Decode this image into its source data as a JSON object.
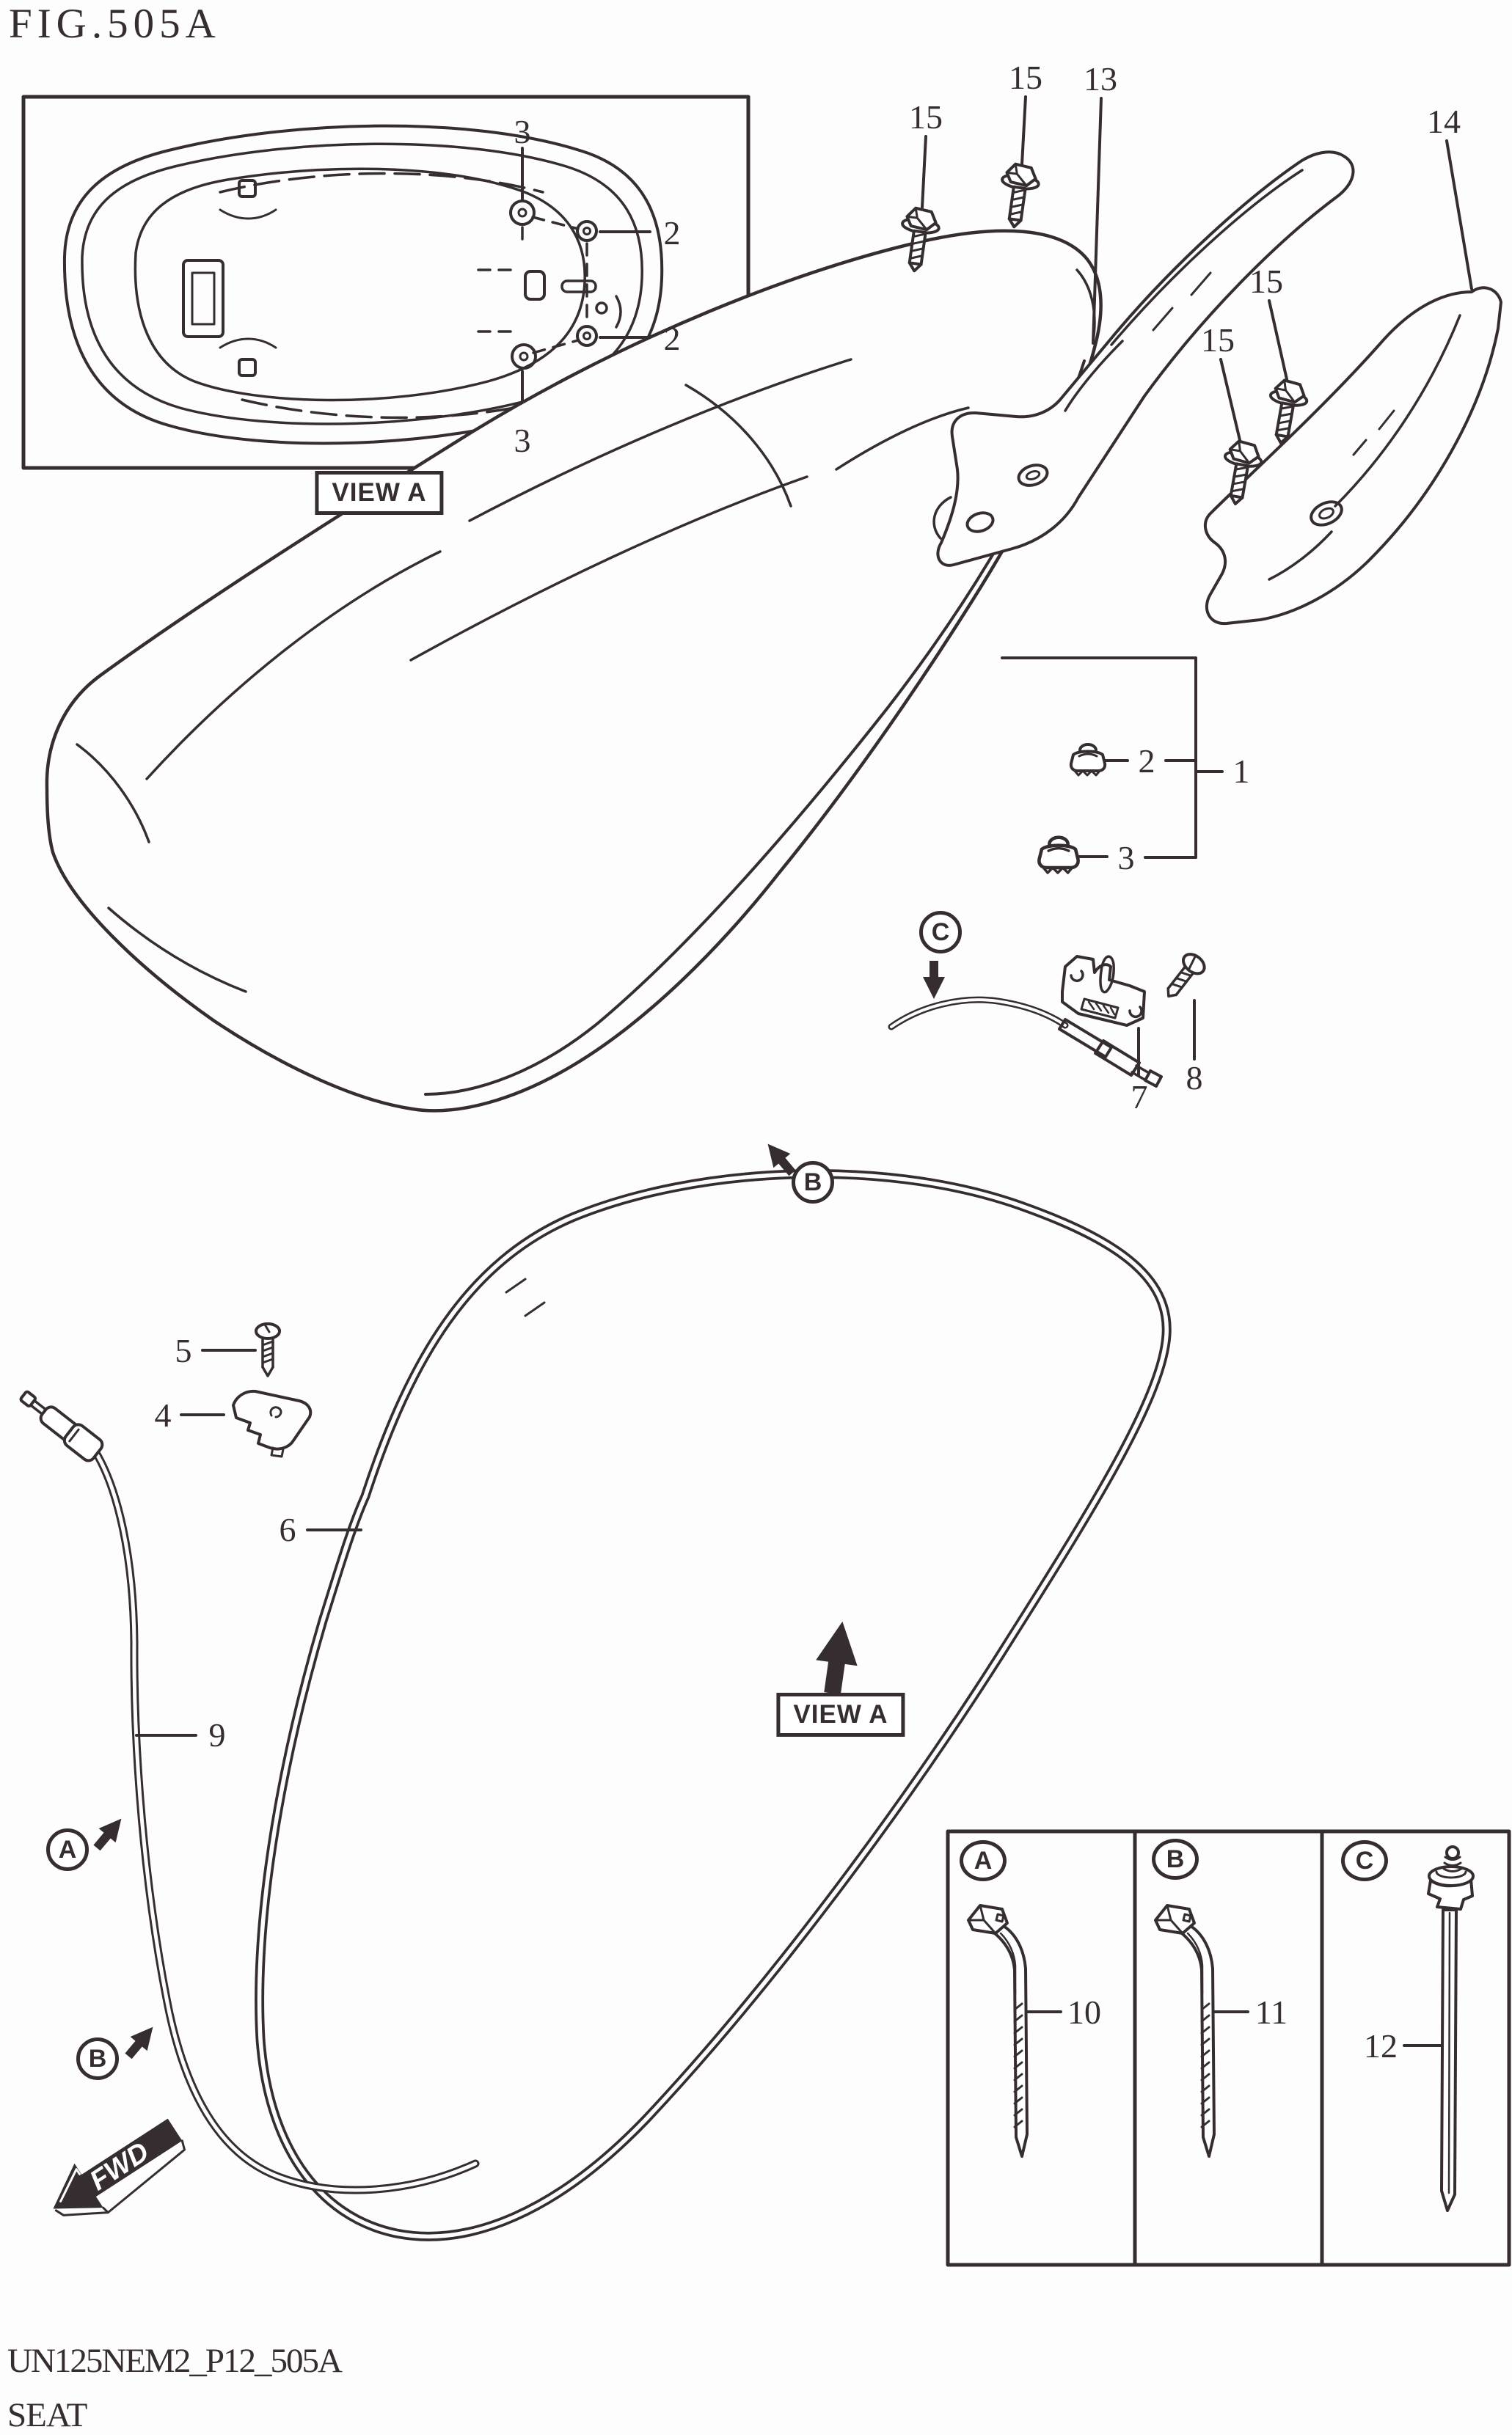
{
  "title": "FIG.505A",
  "figure": {
    "view_label_top": "VIEW A",
    "view_label_bottom": "VIEW A",
    "fwd_label": "FWD"
  },
  "markers": {
    "c": "C",
    "b_mid": "B",
    "a_left": "A",
    "b_left": "B"
  },
  "inset": {
    "label_3_top": "3",
    "label_2_upper": "2",
    "label_2_lower": "2",
    "label_3_bottom": "3"
  },
  "callouts": {
    "p15_a": "15",
    "p15_b": "15",
    "p13": "13",
    "p14": "14",
    "p15_c": "15",
    "p15_d": "15",
    "p2": "2",
    "p3": "3",
    "p1": "1",
    "p7": "7",
    "p8": "8",
    "p5": "5",
    "p4": "4",
    "p6": "6",
    "p9": "9",
    "p10": "10",
    "p11": "11",
    "p12": "12"
  },
  "table": {
    "col_a": "A",
    "col_b": "B",
    "col_c": "C"
  },
  "footer": {
    "code": "UN125NEM2_P12_505A",
    "name": "SEAT"
  },
  "colors": {
    "ink": "#352d30",
    "paper": "#ffffff"
  }
}
